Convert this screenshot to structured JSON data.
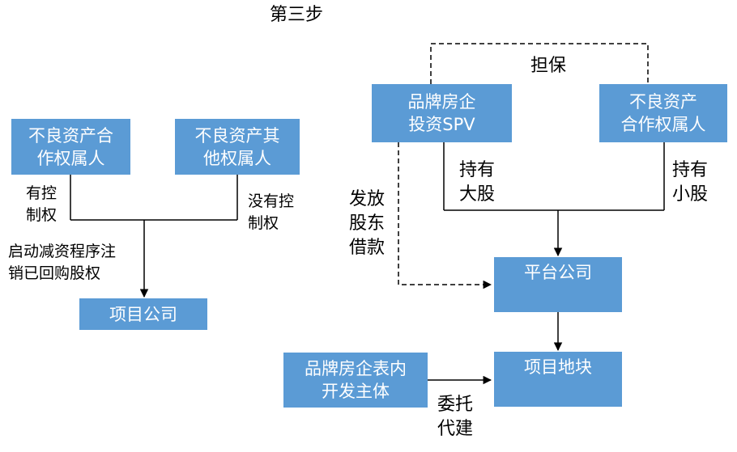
{
  "title": "第三步",
  "boxes": {
    "partner_left": [
      "不良资产合",
      "作权属人"
    ],
    "other_owner": [
      "不良资产其",
      "他权属人"
    ],
    "project_company": [
      "项目公司"
    ],
    "spv": [
      "品牌房企",
      "投资SPV"
    ],
    "partner_right": [
      "不良资产",
      "合作权属人"
    ],
    "platform_company": [
      "平台公司"
    ],
    "land_parcel": [
      "项目地块"
    ],
    "dev_entity": [
      "品牌房企表内",
      "开发主体"
    ]
  },
  "labels": {
    "control": [
      "有控",
      "制权"
    ],
    "no_control": [
      "没有控",
      "制权"
    ],
    "capital_reduction": [
      "启动减资程序注",
      "销已回购股权"
    ],
    "guarantee": [
      "担保"
    ],
    "majority": [
      "持有",
      "大股"
    ],
    "minority": [
      "持有",
      "小股"
    ],
    "shareholder_loan": [
      "发放",
      "股东",
      "借款"
    ],
    "entrusted": [
      "委托",
      "代建"
    ]
  }
}
